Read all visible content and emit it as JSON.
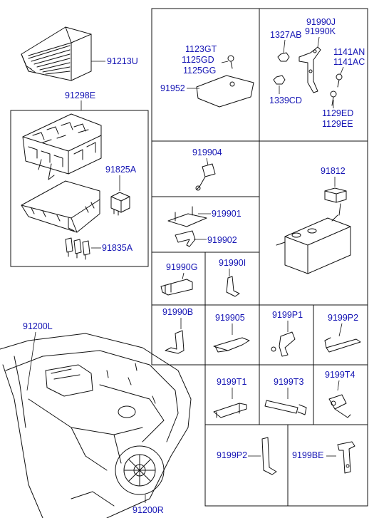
{
  "labels": {
    "relay_box_cover": "91213U",
    "relay_box_assy": "91298E",
    "relay": "91825A",
    "fuse": "91835A",
    "wiring_left": "91200L",
    "wiring_rear": "91200R",
    "bolt_a": "1123GT",
    "bolt_b": "1125GD",
    "bolt_c": "1125GG",
    "protector": "91952",
    "bracket_j": "91990J",
    "bracket_k": "91990K",
    "nut_ab": "1327AB",
    "bolt_an": "1141AN",
    "bolt_ac": "1141AC",
    "nut_cd": "1339CD",
    "bolt_ed": "1129ED",
    "bolt_ee": "1129EE",
    "clip_904": "919904",
    "battery_sensor": "91812",
    "bracket_901": "919901",
    "bracket_902": "919902",
    "bracket_g": "91990G",
    "bracket_i": "91990I",
    "bracket_b": "91990B",
    "bracket_905": "919905",
    "bracket_p1": "9199P1",
    "bracket_p2_top": "9199P2",
    "bracket_t1": "9199T1",
    "bracket_t3": "9199T3",
    "bracket_t4": "9199T4",
    "bracket_p2_bottom": "9199P2",
    "bracket_be": "9199BE"
  },
  "colors": {
    "label": "#1414b4",
    "line": "#111111",
    "background": "#ffffff"
  }
}
